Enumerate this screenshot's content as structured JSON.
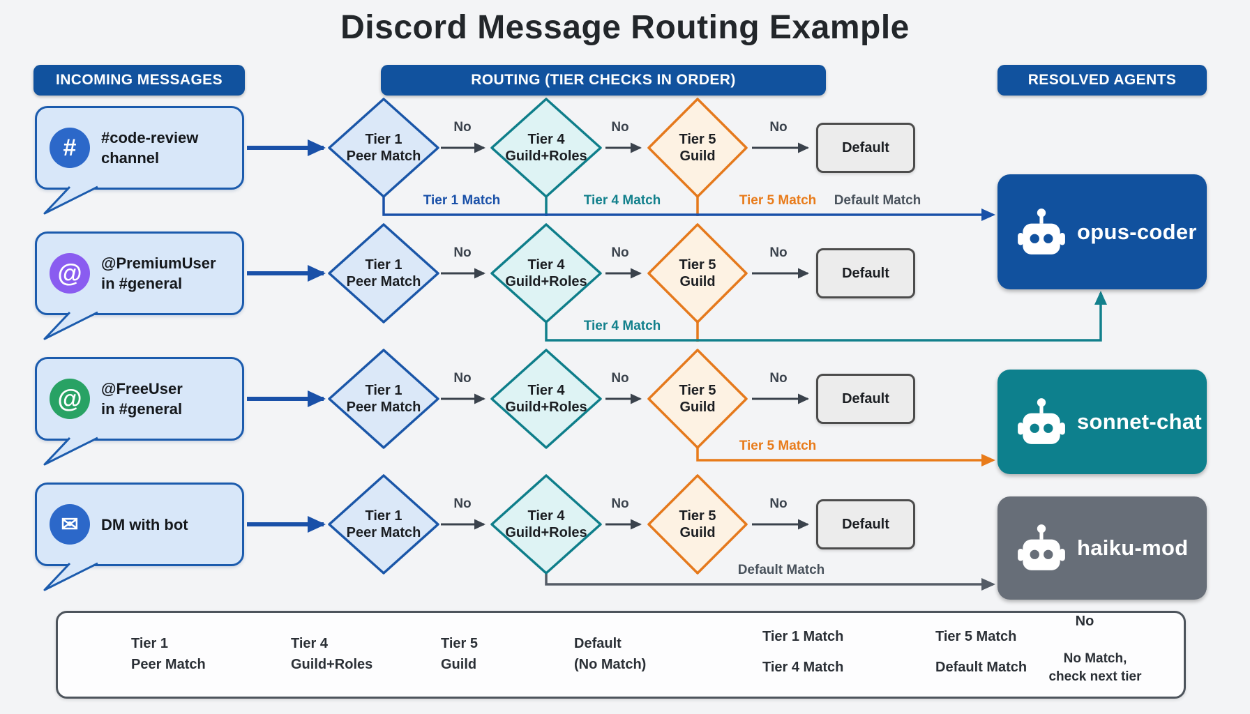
{
  "title": "Discord Message Routing Example",
  "headers": {
    "incoming": "INCOMING MESSAGES",
    "routing": "ROUTING (TIER CHECKS IN ORDER)",
    "resolved": "RESOLVED AGENTS"
  },
  "messages": [
    {
      "line1": "#code-review",
      "line2": "channel",
      "icon": "hash-icon",
      "icon_glyph": "#",
      "icon_color": "#2c68c9"
    },
    {
      "line1": "@PremiumUser",
      "line2": "in #general",
      "icon": "at-icon",
      "icon_glyph": "@",
      "icon_color": "#8a5cf0"
    },
    {
      "line1": "@FreeUser",
      "line2": "in #general",
      "icon": "at-icon",
      "icon_glyph": "@",
      "icon_color": "#28a264"
    },
    {
      "line1": "DM with bot",
      "line2": "",
      "icon": "envelope-icon",
      "icon_glyph": "✉",
      "icon_color": "#2c68c9"
    }
  ],
  "tier_nodes": {
    "tier1": {
      "l1": "Tier 1",
      "l2": "Peer Match"
    },
    "tier4": {
      "l1": "Tier 4",
      "l2": "Guild+Roles"
    },
    "tier5": {
      "l1": "Tier 5",
      "l2": "Guild"
    },
    "default_label": "Default"
  },
  "no_label": "No",
  "match_labels": {
    "tier1": "Tier 1 Match",
    "tier4": "Tier 4 Match",
    "tier5": "Tier 5 Match",
    "default": "Default Match"
  },
  "agents": [
    {
      "name": "opus-coder",
      "color": "#11519e"
    },
    {
      "name": "sonnet-chat",
      "color": "#0d808d"
    },
    {
      "name": "haiku-mod",
      "color": "#676e78"
    }
  ],
  "legend": {
    "items": [
      {
        "l1": "Tier 1",
        "l2": "Peer Match"
      },
      {
        "l1": "Tier 4",
        "l2": "Guild+Roles"
      },
      {
        "l1": "Tier 5",
        "l2": "Guild"
      },
      {
        "l1": "Default",
        "l2": "(No Match)"
      }
    ],
    "arrows": [
      {
        "label": "Tier 1 Match",
        "color": "#1950a8"
      },
      {
        "label": "Tier 4 Match",
        "color": "#12808c"
      },
      {
        "label": "Tier 5 Match",
        "color": "#e87b1a"
      },
      {
        "label": "Default Match",
        "color": "#555c66"
      }
    ],
    "no": {
      "label": "No",
      "desc1": "No Match,",
      "desc2": "check next tier"
    }
  },
  "colors": {
    "blue_match": "#1950a8",
    "teal_match": "#12808c",
    "orange_match": "#e87b1a",
    "gray_match": "#555c66",
    "no_arrow": "#3a424c",
    "header_bg": "#11529e",
    "tier1_fill": "#dbe8f8",
    "tier1_stroke": "#1a56a8",
    "tier4_fill": "#def3f4",
    "tier4_stroke": "#0e7e8a",
    "tier5_fill": "#fdf2e3",
    "tier5_stroke": "#e5791c",
    "default_fill": "#ececec",
    "default_stroke": "#4c4c4c"
  }
}
